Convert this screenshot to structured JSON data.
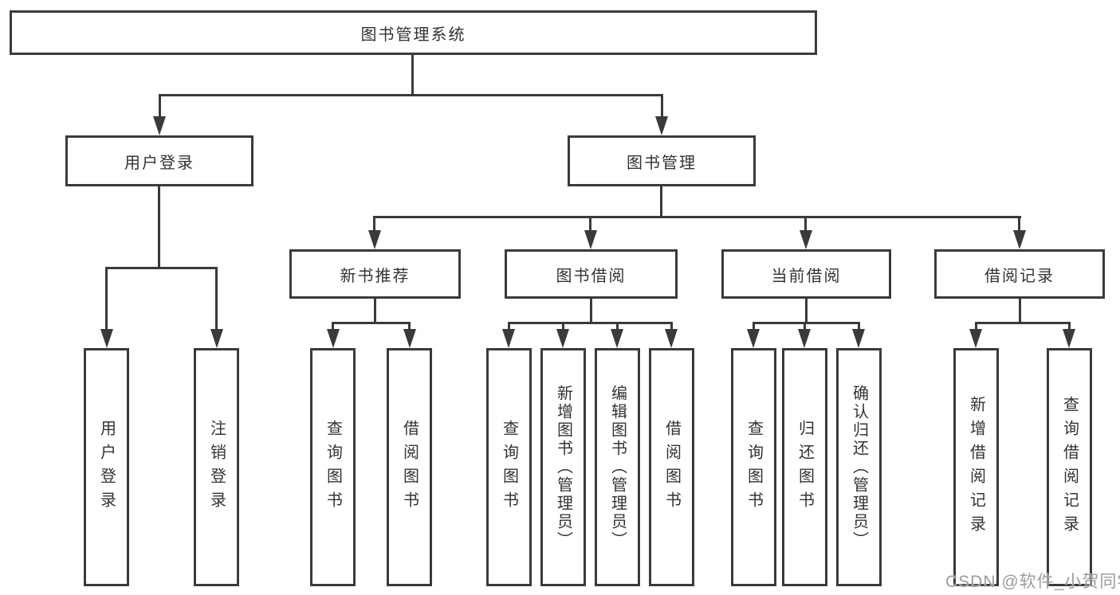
{
  "diagram": {
    "title": "图书管理系统",
    "level2": [
      {
        "label": "用户登录"
      },
      {
        "label": "图书管理"
      }
    ],
    "level3": [
      {
        "label": "新书推荐"
      },
      {
        "label": "图书借阅"
      },
      {
        "label": "当前借阅"
      },
      {
        "label": "借阅记录"
      }
    ],
    "leaves": [
      {
        "label": "用户登录"
      },
      {
        "label": "注销登录"
      },
      {
        "label": "查询图书"
      },
      {
        "label": "借阅图书"
      },
      {
        "label": "查询图书"
      },
      {
        "label": "新增图书（管理员）"
      },
      {
        "label": "编辑图书（管理员）"
      },
      {
        "label": "借阅图书"
      },
      {
        "label": "查询图书"
      },
      {
        "label": "归还图书"
      },
      {
        "label": "确认归还（管理员）"
      },
      {
        "label": "新增借阅记录"
      },
      {
        "label": "查询借阅记录"
      }
    ],
    "colors": {
      "line": "#3a3a3a",
      "text": "#333333",
      "watermark": "#9c9c9c",
      "background": "#ffffff"
    },
    "watermark": {
      "text": "CSDN @软件_小贺同学"
    }
  }
}
